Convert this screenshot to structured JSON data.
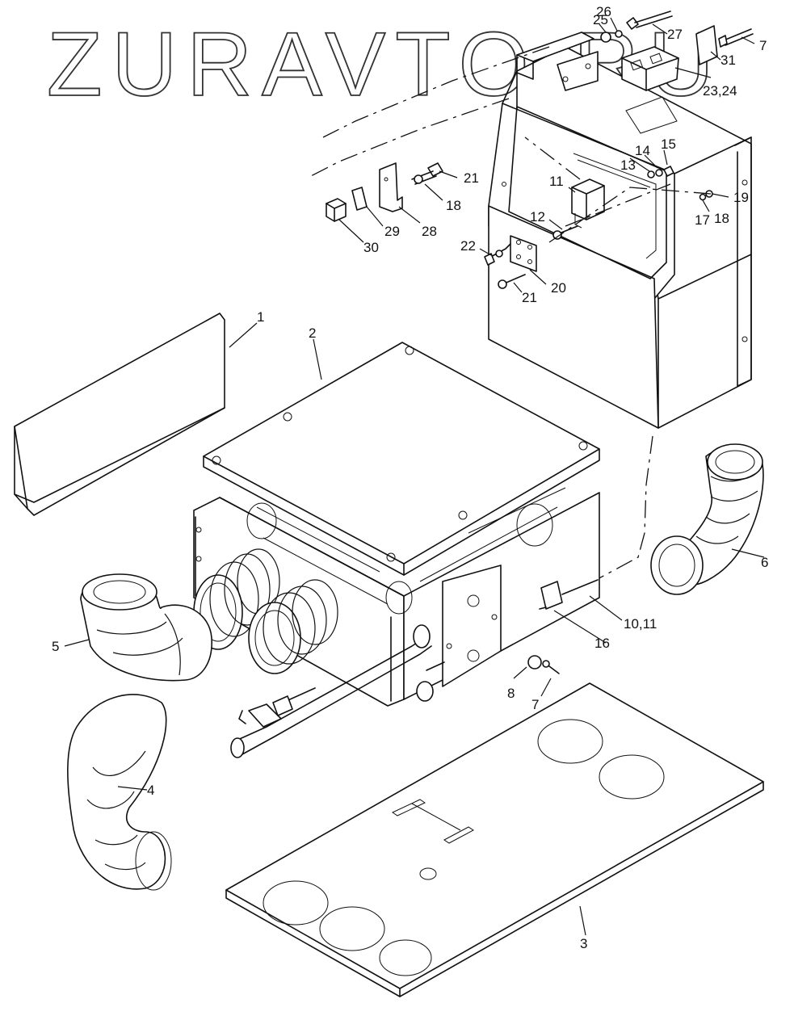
{
  "watermark": "ZURAVTO.RU",
  "callouts": {
    "c1": "1",
    "c2": "2",
    "c3": "3",
    "c4": "4",
    "c5": "5",
    "c6": "6",
    "c7a": "7",
    "c7b": "7",
    "c8": "8",
    "c10_11": "10,11",
    "c11": "11",
    "c12": "12",
    "c13": "13",
    "c14": "14",
    "c15": "15",
    "c16": "16",
    "c17": "17",
    "c18a": "18",
    "c18b": "18",
    "c19": "19",
    "c20": "20",
    "c21a": "21",
    "c21b": "21",
    "c22": "22",
    "c23_24": "23,24",
    "c25": "25",
    "c26": "26",
    "c27": "27",
    "c28": "28",
    "c29": "29",
    "c30": "30",
    "c31": "31"
  }
}
